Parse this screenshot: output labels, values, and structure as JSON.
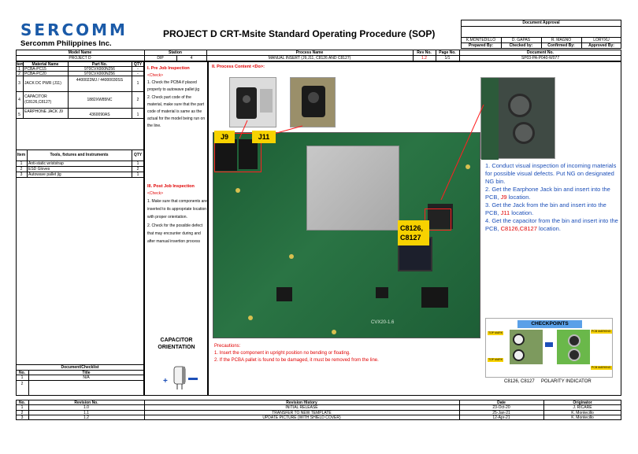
{
  "header": {
    "logo_text": "SERCOMM",
    "company": "Sercomm Philippines Inc.",
    "title": "PROJECT D CRT-Msite Standard Operating Procedure (SOP)"
  },
  "approval": {
    "heading": "Document Approval",
    "names": [
      "K.MONTEDILLO",
      "D. GAPAS",
      "R. MAGNO",
      "LORYXU"
    ],
    "roles": [
      "Prepared By:",
      "Checked by:",
      "Confirmed By:",
      "Approved By:"
    ]
  },
  "meta": {
    "headers": [
      "Model Name",
      "Station",
      "Process Name",
      "Rev No.",
      "Page No.",
      "Document No."
    ],
    "model": "PROJECT D",
    "station_code": "DIP",
    "station_no": "4",
    "process": "MANUAL INSERT (J9,J11, C8126 AND C8127)",
    "rev": "1.2",
    "page": "1/1",
    "doc_no": "SP03-PA-P040-W077"
  },
  "materials": {
    "headers": [
      "Item",
      "Material Name",
      "Part No.",
      "QTY"
    ],
    "rows": [
      {
        "item": "1",
        "name": "PCBA-PC15",
        "part": "970CVX000N256",
        "qty": "-"
      },
      {
        "item": "2",
        "name": "PCBA-PC20",
        "part": "970CVX000N256",
        "qty": "-"
      },
      {
        "item": "3",
        "name": "JACK DC PWR (J11)",
        "part": "4400022MJ / 44000030SS",
        "qty": "1"
      },
      {
        "item": "4",
        "name": "CAPACITOR (C8126,C8127)",
        "part": "1882XW85NC",
        "qty": "2"
      },
      {
        "item": "5",
        "name": "EARPHONE JACK J9",
        "part": "4360090AS",
        "qty": "1"
      }
    ]
  },
  "tools": {
    "headers": [
      "Item",
      "Tools, fixtures and Instruments",
      "QTY"
    ],
    "rows": [
      {
        "item": "1",
        "name": "Anti-static wriststrap",
        "qty": "1"
      },
      {
        "item": "2",
        "name": "ESD Gloves",
        "qty": "2"
      },
      {
        "item": "3",
        "name": "Autowave pallet jig",
        "qty": "1"
      }
    ]
  },
  "checklist": {
    "heading": "Document/Checklist",
    "headers": [
      "No.",
      "Title"
    ],
    "rows": [
      {
        "no": "1",
        "title": "N/A"
      },
      {
        "no": "2",
        "title": ""
      }
    ]
  },
  "pre_job": {
    "heading": "I. Pre Job Inspection",
    "check": "<Check>",
    "steps": [
      "1. Check the PCBA if placed properly to autowave pallet jig",
      "2. Check part code of the material, make sure that the part code of material is same as the actual for the model being run on the line."
    ]
  },
  "post_job": {
    "heading": "III. Post Job Inspection",
    "check": "<Check>",
    "steps": [
      "1. Make sure that components are inserted to its appropriate location with proper orientation.",
      "2. Check for the possible defect that may encounter during and after manual insertion process"
    ]
  },
  "capacitor_orientation": "CAPACITOR ORIENTATION",
  "process_content": {
    "heading": "II. Process Content <Do>:",
    "labels": {
      "j9": "J9",
      "j11": "J11",
      "cap": "C8126, C8127"
    },
    "board_text": "CVX20-1.6",
    "instructions": [
      {
        "text": "1. Conduct visual inspection of incoming materials for possible visual defects. Put NG on designated NG bin.",
        "ref": ""
      },
      {
        "text": "2. Get the Earphone Jack bin and insert into the PCB,",
        "ref": "J9",
        "tail": "location."
      },
      {
        "text": "3. Get the Jack from the bin and insert into the PCB,",
        "ref": "J11",
        "tail": "location."
      },
      {
        "text": "4. Get the capacitor from the bin and insert into the PCB,",
        "ref": "C8126,C8127",
        "tail": "location."
      }
    ],
    "precautions_heading": "Precautions:",
    "precautions": [
      "1. Insert the component in upright position no bending or floating.",
      "2. If the PCBA pallet is found to be damaged, it must be removed from the line."
    ],
    "checkpoints": {
      "title": "CHECKPOINTS",
      "top_mark_1": "TOP MARK",
      "top_mark_2": "TOP MARK",
      "pcb_marking_1": "PCB MARKING",
      "pcb_marking_2": "PCB MARKING",
      "caption": "C8126, C8127     POLARITY INDICATOR"
    }
  },
  "revision": {
    "headers": [
      "No.",
      "Revision No.",
      "Revision History",
      "Date",
      "Originator"
    ],
    "rows": [
      {
        "no": "1",
        "rev": "1.0",
        "history": "INITIAL RELEASE",
        "date": "23-Oct-20",
        "orig": "J. RICARE"
      },
      {
        "no": "2",
        "rev": "1.1",
        "history": "TRANSFER TO NEW TEMPLATE",
        "date": "25-Jan-21",
        "orig": "K. Montecillo"
      },
      {
        "no": "3",
        "rev": "1.2",
        "history": "UPDATE PICTURE (WITH SHIELD COVER)",
        "date": "12-Apr-21",
        "orig": "K. Montecillo"
      }
    ]
  },
  "colors": {
    "logo_blue": "#1a5aa8",
    "accent_red": "#e00000",
    "label_yellow": "#f7d200",
    "pcb_green": "#226b3c"
  }
}
